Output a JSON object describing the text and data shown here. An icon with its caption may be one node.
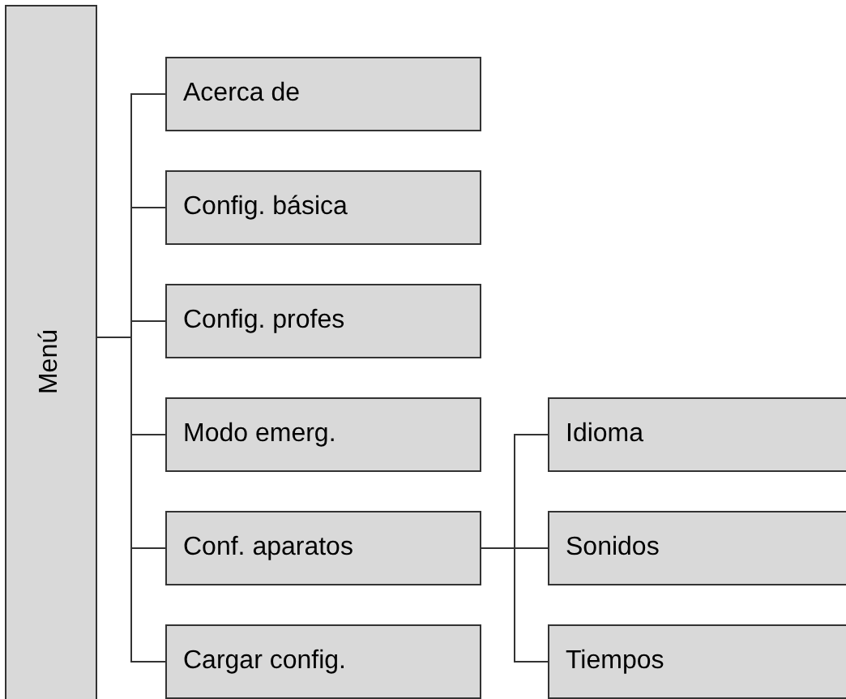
{
  "diagram": {
    "nodes": [
      {
        "text": [
          "Menú"
        ]
      },
      {
        "text": [
          "Acerca de"
        ]
      },
      {
        "text": [
          "Config. básica"
        ]
      },
      {
        "text": [
          "Config. profes"
        ]
      },
      {
        "text": [
          "Modo emerg."
        ]
      },
      {
        "text": [
          "Conf. aparatos"
        ]
      },
      {
        "text": [
          "Cargar config."
        ]
      },
      {
        "text": [
          "Idioma"
        ]
      },
      {
        "text": [
          "Sonidos"
        ]
      },
      {
        "text": [
          "Tiempos"
        ]
      }
    ],
    "edges": [
      {
        "from": 0,
        "to": 1,
        "arrow": "none"
      },
      {
        "from": 0,
        "to": 2,
        "arrow": "none"
      },
      {
        "from": 0,
        "to": 3,
        "arrow": "none"
      },
      {
        "from": 0,
        "to": 4,
        "arrow": "none"
      },
      {
        "from": 0,
        "to": 5,
        "arrow": "none"
      },
      {
        "from": 0,
        "to": 6,
        "arrow": "none"
      },
      {
        "from": 5,
        "to": 7,
        "arrow": "none"
      },
      {
        "from": 5,
        "to": 8,
        "arrow": "none"
      },
      {
        "from": 5,
        "to": 9,
        "arrow": "none"
      }
    ]
  }
}
